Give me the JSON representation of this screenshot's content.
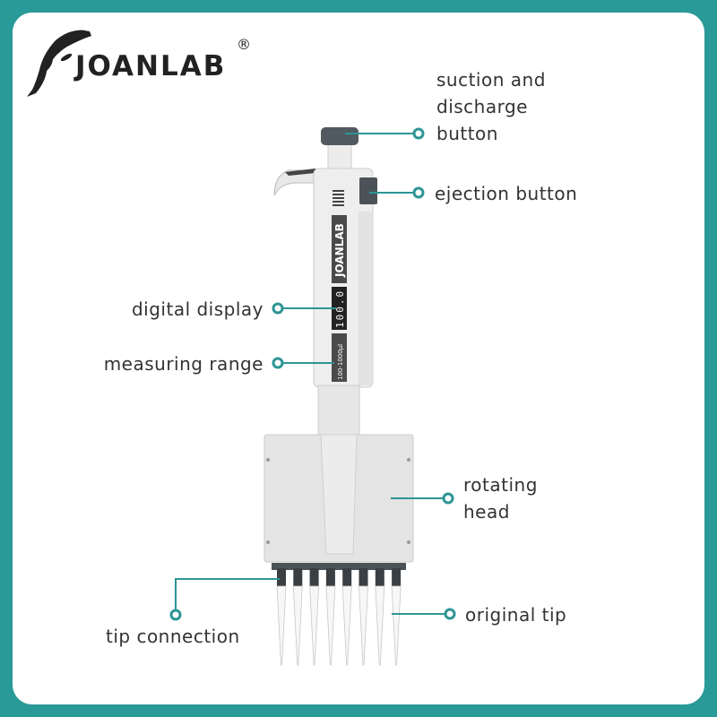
{
  "brand": {
    "name": "JOANLAB",
    "registered_mark": "®"
  },
  "pipette": {
    "body_brand": "JOANLAB",
    "display_value": "100.0",
    "range_label": "100-1000μl"
  },
  "callouts": {
    "suction_button": [
      "suction and",
      "discharge",
      "button"
    ],
    "ejection_button": "ejection button",
    "digital_display": "digital display",
    "measuring_range": "measuring range",
    "rotating_head": [
      "rotating",
      "head"
    ],
    "original_tip": "original tip",
    "tip_connection": "tip connection"
  },
  "colors": {
    "frame": "#2a9a98",
    "callout_line": "#2e9595",
    "text": "#333333"
  }
}
